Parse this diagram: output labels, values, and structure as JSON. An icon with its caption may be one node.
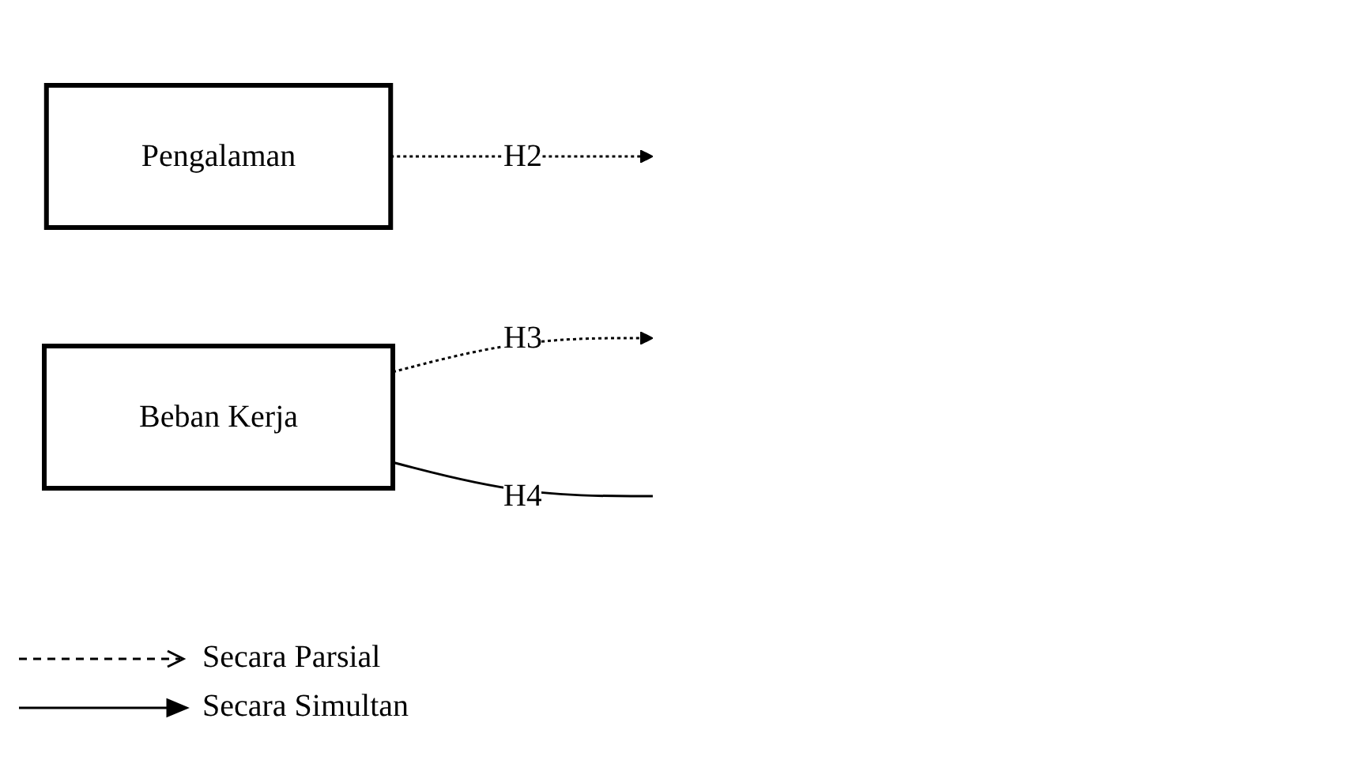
{
  "diagram": {
    "nodes": [
      {
        "text": [
          "Pengalaman"
        ]
      },
      {
        "text": [
          "Beban Kerja"
        ]
      }
    ],
    "edges": [
      {
        "from": 0,
        "to": null,
        "arrow": "to",
        "label": "H2",
        "style": "dashed"
      },
      {
        "from": 1,
        "to": null,
        "arrow": "to",
        "label": "H3",
        "style": "dashed"
      },
      {
        "from": 1,
        "to": null,
        "arrow": "none",
        "label": "H4"
      }
    ],
    "legend": [
      {
        "text": "Secara Parsial"
      },
      {
        "text": "Secara Simultan"
      }
    ]
  }
}
